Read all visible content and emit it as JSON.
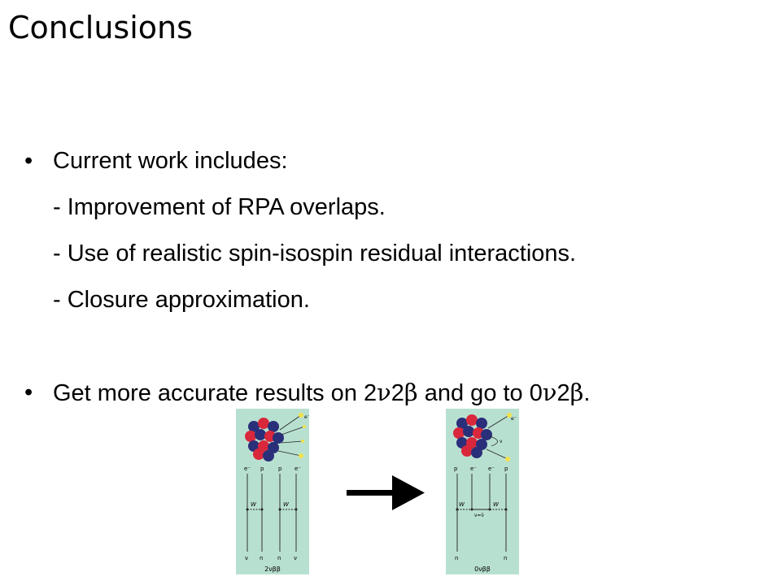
{
  "slide": {
    "title": "Conclusions",
    "bullets": [
      {
        "bullet": "•",
        "text": "Current work includes:",
        "sub": [
          "- Improvement of RPA overlaps.",
          "- Use of realistic spin-isospin residual interactions.",
          "- Closure approximation."
        ]
      },
      {
        "bullet": "•",
        "text_start": "Get more accurate results on 2",
        "nu": "ν",
        "two": "2",
        "beta": "β",
        "text_mid": " and go to 0",
        "nu2": "ν",
        "two2": "2",
        "beta2": "β",
        "text_end": "."
      }
    ]
  },
  "figures": {
    "left": {
      "caption": "2νββ",
      "electron": "e⁻",
      "antineutrino": "ν̄",
      "top_labels": [
        "e⁻",
        "p",
        "p",
        "e⁻"
      ],
      "bottom_labels": [
        "ν",
        "n",
        "n",
        "ν"
      ],
      "w_label": "W"
    },
    "right": {
      "caption": "0νββ",
      "electron": "e⁻",
      "neutrino": "ν",
      "top_labels": [
        "p",
        "e⁻",
        "e⁻",
        "p"
      ],
      "bottom_labels": [
        "n",
        "n"
      ],
      "w_label": "W",
      "exchange": "ν=ν̄"
    }
  },
  "colors": {
    "panel_bg": "#b8e0d0",
    "proton": "#d9283b",
    "neutron": "#2a2f7a",
    "lepton": "#f2e24a"
  }
}
